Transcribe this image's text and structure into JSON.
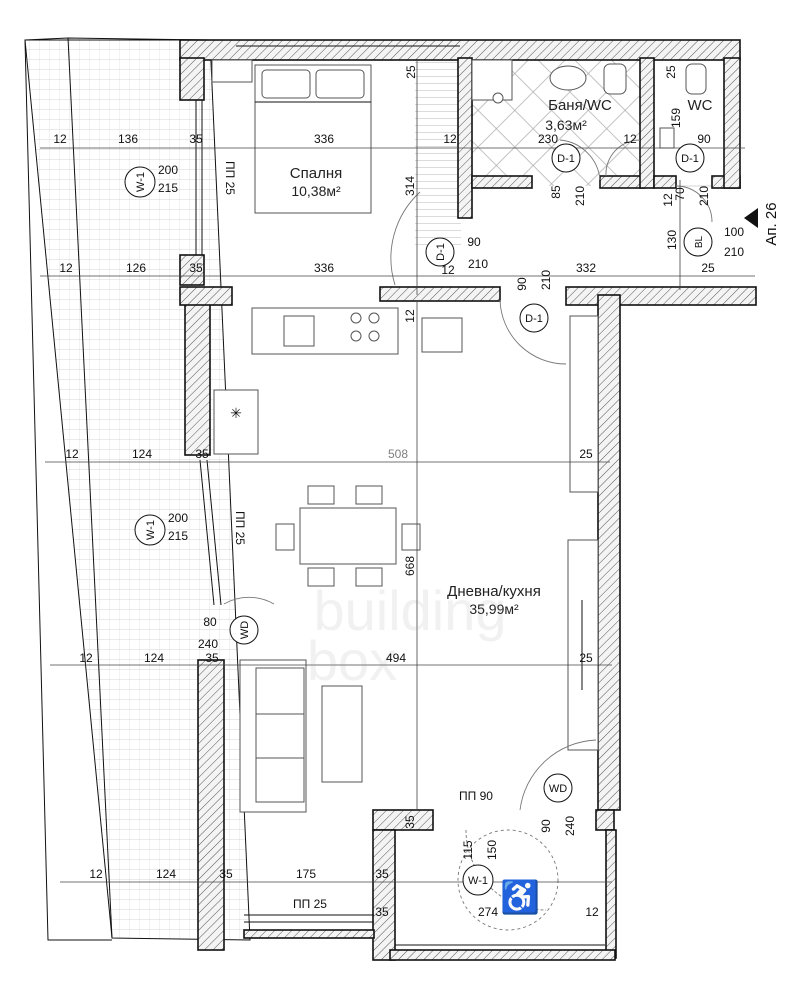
{
  "apartment_label": "Ап. 26",
  "rooms": {
    "bedroom": {
      "name": "Спалня",
      "area": "10,38м²"
    },
    "bath": {
      "name": "Баня/WC",
      "area": "3,63м²"
    },
    "wc": {
      "name": "WC"
    },
    "living": {
      "name": "Дневна/кухня",
      "area": "35,99м²"
    }
  },
  "tags": {
    "w1_a": "W-1",
    "w1_b": "W-1",
    "w1_c": "W-1",
    "d1_bath": "D-1",
    "d1_wc": "D-1",
    "d1_bed": "D-1",
    "d1_entry": "D-1",
    "wd_a": "WD",
    "wd_b": "WD",
    "bl": "BL"
  },
  "labels": {
    "pp25_a": "ПП 25",
    "pp25_b": "ПП 25",
    "pp25_c": "ПП 25",
    "pp90": "ПП 90"
  },
  "dims": {
    "r1_12": "12",
    "r1_136": "136",
    "r1_35": "35",
    "r1_336": "336",
    "r1_12b": "12",
    "r1_230": "230",
    "r1_12c": "12",
    "r1_90": "90",
    "w1a_200": "200",
    "w1a_215": "215",
    "top_25a": "25",
    "top_25b": "25",
    "wc_159": "159",
    "bath_85": "85",
    "bath_210": "210",
    "wc_70": "70",
    "wc_210": "210",
    "wc_12": "12",
    "bed_314": "314",
    "d1b_90": "90",
    "d1b_12": "12",
    "d1b_210": "210",
    "bl_130": "130",
    "bl_100": "100",
    "bl_210": "210",
    "r2_12": "12",
    "r2_126": "126",
    "r2_35": "35",
    "r2_336": "336",
    "r2_90": "90",
    "r2_210": "210",
    "r2_332": "332",
    "r2_25": "25",
    "k_12": "12",
    "r3_12": "12",
    "r3_124": "124",
    "r3_35": "35",
    "r3_508": "508",
    "r3_25": "25",
    "w1b_200": "200",
    "w1b_215": "215",
    "lv_668": "668",
    "wd_80": "80",
    "wd_240": "240",
    "r4_12": "12",
    "r4_124": "124",
    "r4_35": "35",
    "r4_494": "494",
    "r4_25": "25",
    "b_35": "35",
    "b_90": "90",
    "b_240": "240",
    "b_115": "115",
    "b_150": "150",
    "r5_12": "12",
    "r5_124": "124",
    "r5_35": "35",
    "r5_175": "175",
    "r5_35b": "35",
    "r5_35c": "35",
    "r5_274": "274",
    "r5_12b": "12"
  },
  "watermark": [
    "building",
    "box"
  ]
}
